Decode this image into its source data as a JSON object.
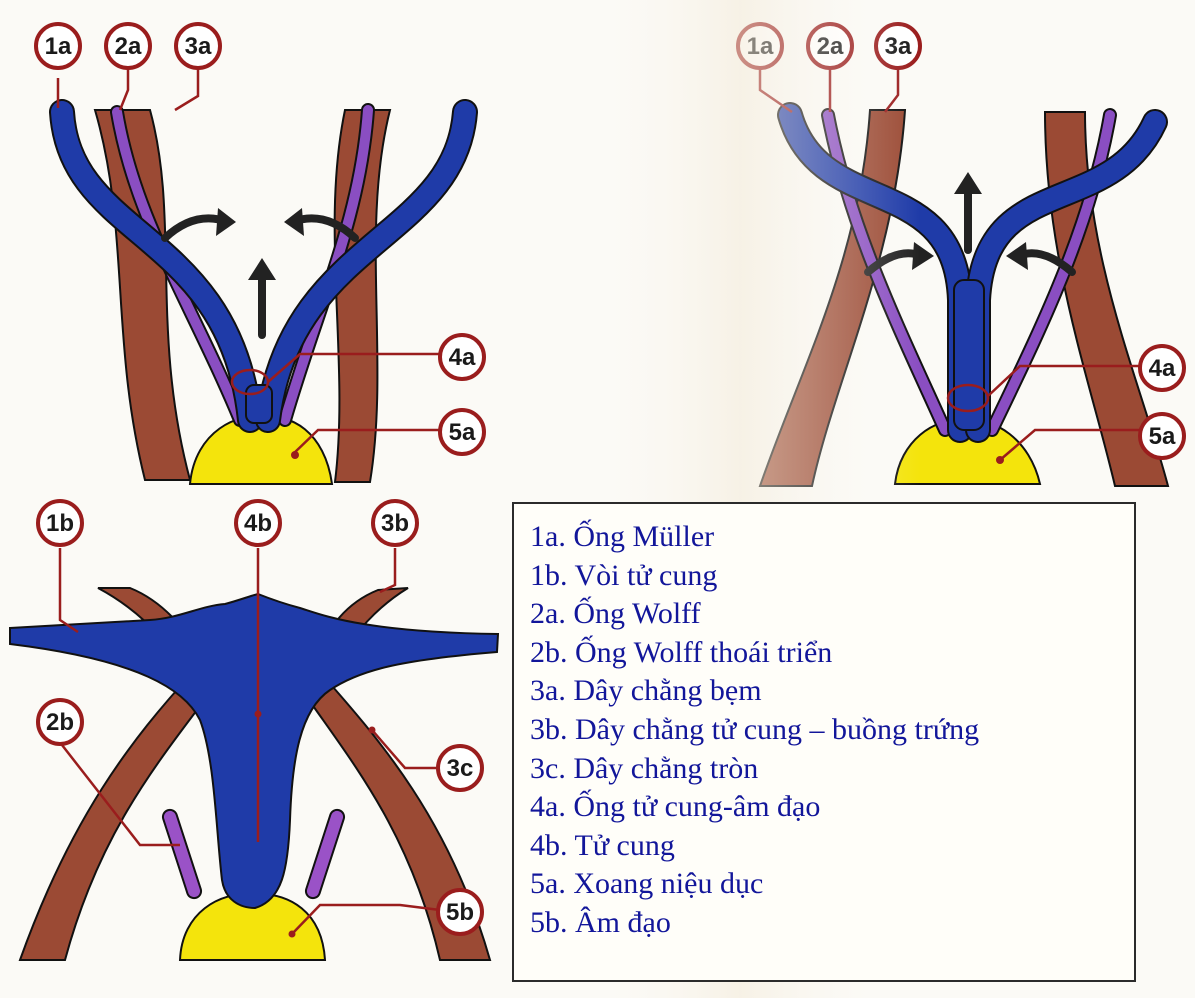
{
  "colors": {
    "muller": "#1f3ba8",
    "wolff": "#8a4ec2",
    "ligament": "#9b4a34",
    "sinus": "#f4e40c",
    "callout": "#9a1d1d",
    "legend_text": "#12169a"
  },
  "panels": {
    "top_left": {
      "labels": {
        "c1": "1a",
        "c2": "2a",
        "c3": "3a",
        "c4": "4a",
        "c5": "5a"
      }
    },
    "top_right": {
      "labels": {
        "c1": "1a",
        "c2": "2a",
        "c3": "3a",
        "c4": "4a",
        "c5": "5a"
      }
    },
    "bottom_left": {
      "labels": {
        "c1": "1b",
        "c2": "4b",
        "c3": "3b",
        "c4": "2b",
        "c5": "3c",
        "c6": "5b"
      }
    }
  },
  "legend": {
    "items": [
      "1a. Ống Müller",
      "1b. Vòi tử cung",
      "2a. Ống Wolff",
      "2b. Ống Wolff thoái triển",
      "3a. Dây chằng bẹm",
      "3b. Dây chằng tử cung – buồng trứng",
      "3c. Dây chằng tròn",
      "4a. Ống tử cung-âm đạo",
      "4b. Tử cung",
      "5a. Xoang niệu dục",
      "5b. Âm đạo"
    ]
  }
}
